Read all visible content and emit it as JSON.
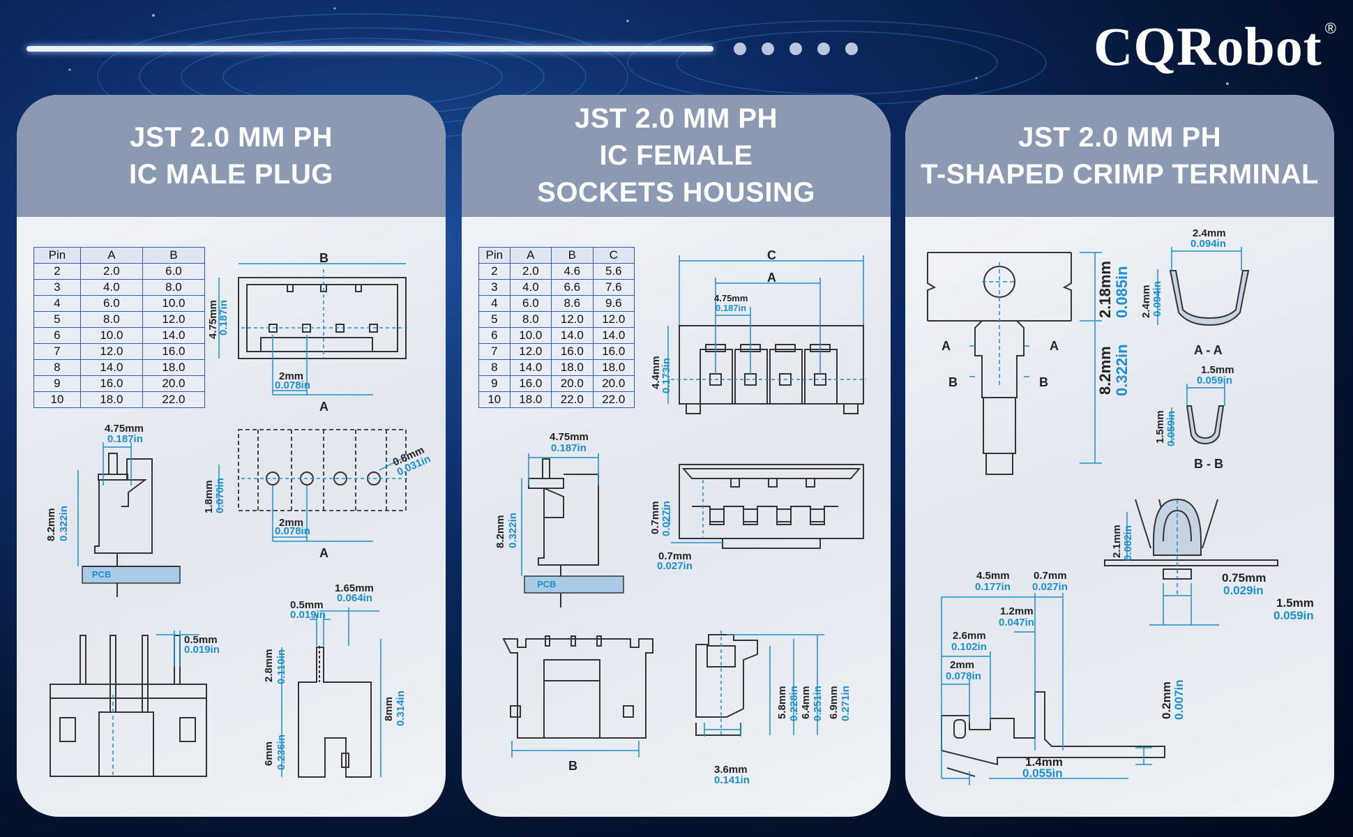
{
  "brand": {
    "name": "CQRobot",
    "mark": "®"
  },
  "pager": {
    "count": 5
  },
  "panels": {
    "male": {
      "title": "JST 2.0 MM PH\nIC MALE PLUG",
      "table": {
        "headers": [
          "Pin",
          "A",
          "B"
        ],
        "rows": [
          [
            "2",
            "2.0",
            "6.0"
          ],
          [
            "3",
            "4.0",
            "8.0"
          ],
          [
            "4",
            "6.0",
            "10.0"
          ],
          [
            "5",
            "8.0",
            "12.0"
          ],
          [
            "6",
            "10.0",
            "14.0"
          ],
          [
            "7",
            "12.0",
            "16.0"
          ],
          [
            "8",
            "14.0",
            "18.0"
          ],
          [
            "9",
            "16.0",
            "20.0"
          ],
          [
            "10",
            "18.0",
            "22.0"
          ]
        ]
      },
      "labels": {
        "a": "A",
        "b": "B",
        "pcb": "PCB"
      },
      "dims": {
        "d475mm": "4.75mm",
        "d475in": "0.187in",
        "h475mm": "4.75mm",
        "h475in": "0.187in",
        "p2mm": "2mm",
        "p2in": "0.078in",
        "p2bmm": "2mm",
        "p2bin": "0.078in",
        "h82mm": "8.2mm",
        "h82in": "0.322in",
        "h18mm": "1.8mm",
        "h18in": "0.070in",
        "d08mm": "0.8mm",
        "d08in": "0.031in",
        "p05mm": "0.5mm",
        "p05in": "0.019in",
        "s05mm": "0.5mm",
        "s05in": "0.019in",
        "s165mm": "1.65mm",
        "s165in": "0.064in",
        "s28mm": "2.8mm",
        "s28in": "0.110in",
        "s6mm": "6mm",
        "s6in": "0.236in",
        "s8mm": "8mm",
        "s8in": "0.314in"
      }
    },
    "female": {
      "title": "JST 2.0 MM PH\nIC FEMALE\nSOCKETS HOUSING",
      "table": {
        "headers": [
          "Pin",
          "A",
          "B",
          "C"
        ],
        "rows": [
          [
            "2",
            "2.0",
            "4.6",
            "5.6"
          ],
          [
            "3",
            "4.0",
            "6.6",
            "7.6"
          ],
          [
            "4",
            "6.0",
            "8.6",
            "9.6"
          ],
          [
            "5",
            "8.0",
            "12.0",
            "12.0"
          ],
          [
            "6",
            "10.0",
            "14.0",
            "14.0"
          ],
          [
            "7",
            "12.0",
            "16.0",
            "16.0"
          ],
          [
            "8",
            "14.0",
            "18.0",
            "18.0"
          ],
          [
            "9",
            "16.0",
            "20.0",
            "20.0"
          ],
          [
            "10",
            "18.0",
            "22.0",
            "22.0"
          ]
        ]
      },
      "labels": {
        "a": "A",
        "b": "B",
        "c": "C",
        "pcb": "PCB"
      },
      "dims": {
        "p475mm": "4.75mm",
        "p475in": "0.187in",
        "h44mm": "4.4mm",
        "h44in": "0.173in",
        "w475mm": "4.75mm",
        "w475in": "0.187in",
        "h82mm": "8.2mm",
        "h82in": "0.322in",
        "v07mm": "0.7mm",
        "v07in": "0.027in",
        "b07mm": "0.7mm",
        "b07in": "0.027in",
        "h58mm": "5.8mm",
        "h58in": "0.228in",
        "h64mm": "6.4mm",
        "h64in": "0.251in",
        "h69mm": "6.9mm",
        "h69in": "0.271in",
        "w36mm": "3.6mm",
        "w36in": "0.141in"
      }
    },
    "terminal": {
      "title": "JST 2.0 MM PH\nT-SHAPED CRIMP TERMINAL",
      "labels": {
        "a": "A",
        "b": "B",
        "aa": "A - A",
        "bb": "B - B"
      },
      "dims": {
        "h218mm": "2.18mm",
        "h218in": "0.085in",
        "h82mm": "8.2mm",
        "h82in": "0.322in",
        "w24mm": "2.4mm",
        "w24in": "0.094in",
        "v24mm": "2.4mm",
        "v24in": "0.094in",
        "w15mm": "1.5mm",
        "w15in": "0.059in",
        "v15mm": "1.5mm",
        "v15in": "0.059in",
        "h21mm": "2.1mm",
        "h21in": "0.082in",
        "w075mm": "0.75mm",
        "w075in": "0.029in",
        "w15bmm": "1.5mm",
        "w15bin": "0.059in",
        "w45mm": "4.5mm",
        "w45in": "0.177in",
        "w07mm": "0.7mm",
        "w07in": "0.027in",
        "w12mm": "1.2mm",
        "w12in": "0.047in",
        "w26mm": "2.6mm",
        "w26in": "0.102in",
        "w2mm": "2mm",
        "w2in": "0.078in",
        "h02mm": "0.2mm",
        "h02in": "0.007in",
        "w14mm": "1.4mm",
        "w14in": "0.055in"
      }
    }
  }
}
